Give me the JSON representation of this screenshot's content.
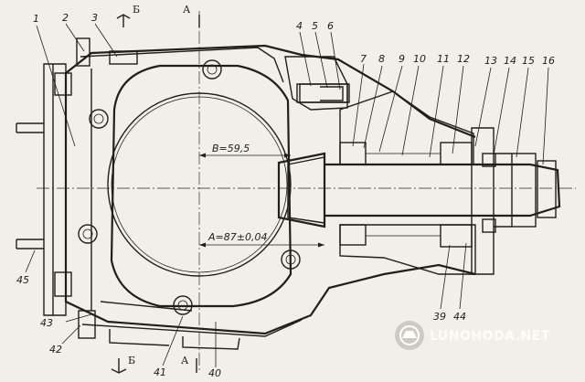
{
  "drawing": {
    "part_labels": [
      "1",
      "2",
      "3",
      "4",
      "5",
      "6",
      "7",
      "8",
      "9",
      "10",
      "11",
      "12",
      "13",
      "14",
      "15",
      "16",
      "39",
      "40",
      "41",
      "42",
      "43",
      "44",
      "45"
    ],
    "dimensions": {
      "b": "B=59,5",
      "a": "A=87±0,04"
    },
    "section_marks": {
      "b": "Б",
      "a": "А"
    }
  },
  "watermark": {
    "text": "LUNOHODA.NET"
  }
}
